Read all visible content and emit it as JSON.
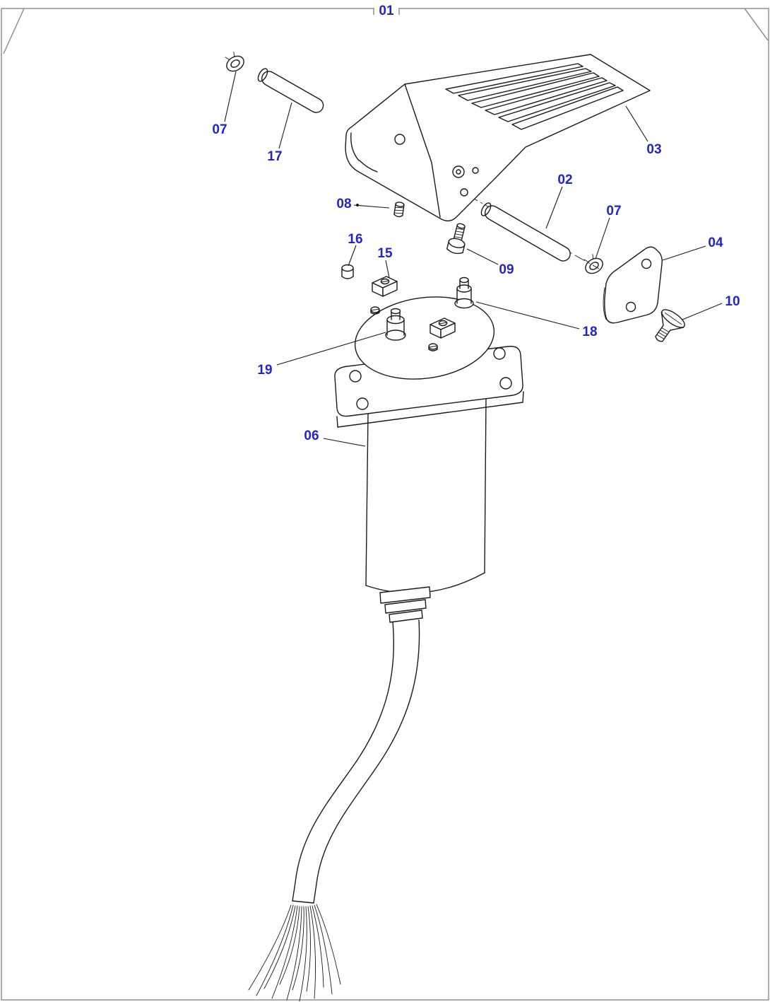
{
  "figure": {
    "type": "exploded-parts-diagram"
  },
  "colors": {
    "callout": "#2323c8",
    "line": "#1a1a1a",
    "frame": "#8f8f8f",
    "background": "#ffffff"
  },
  "callouts": [
    {
      "label": "01"
    },
    {
      "label": "07"
    },
    {
      "label": "17"
    },
    {
      "label": "03"
    },
    {
      "label": "08"
    },
    {
      "label": "02"
    },
    {
      "label": "07"
    },
    {
      "label": "04"
    },
    {
      "label": "16"
    },
    {
      "label": "15"
    },
    {
      "label": "09"
    },
    {
      "label": "10"
    },
    {
      "label": "18"
    },
    {
      "label": "19"
    },
    {
      "label": "06"
    }
  ]
}
